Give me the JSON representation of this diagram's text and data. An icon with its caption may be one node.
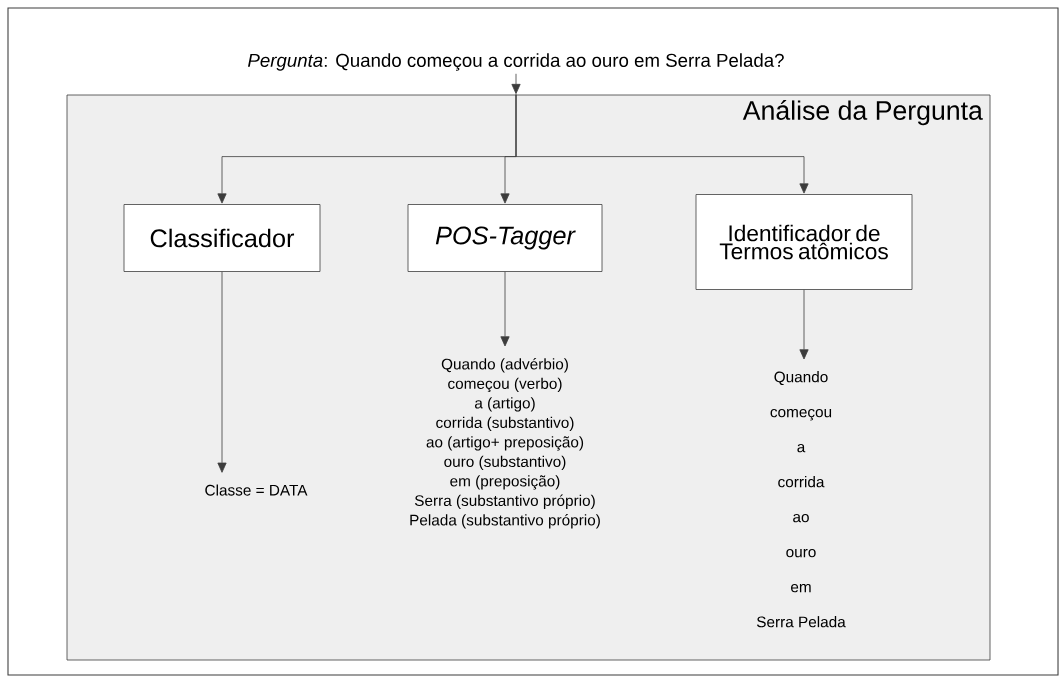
{
  "diagram": {
    "nodes": [
      {
        "text": [
          "*Pergunta*: Quando começou a corrida ao ouro em Serra Pelada?"
        ]
      },
      {
        "text": [
          "Análise da Pergunta"
        ]
      },
      {
        "text": [
          "Classificador"
        ],
        "in": 1
      },
      {
        "text": [
          "POS-Tagger"
        ],
        "in": 1
      },
      {
        "text": [
          "Identificador de Termos atômicos"
        ],
        "in": 1
      },
      {
        "text": [
          "Classe = DATA"
        ],
        "in": 1
      },
      {
        "text": [
          "Quando (advérbio)",
          "começou (verbo)",
          "a (artigo)",
          "corrida (substantivo)",
          "ao (artigo+ preposição)",
          "ouro (substantivo)",
          "em (preposição)",
          "Serra (substantivo próprio)",
          "Pelada (substantivo próprio)"
        ],
        "in": 1
      },
      {
        "text": [
          "Quando",
          "começou",
          "a",
          "corrida",
          "ao",
          "ouro",
          "em",
          "Serra Pelada"
        ],
        "in": 1
      }
    ],
    "edges": [
      {
        "from": 0,
        "to": 1,
        "arrow": "to"
      },
      {
        "from": 1,
        "to": 2,
        "arrow": "to"
      },
      {
        "from": 1,
        "to": 3,
        "arrow": "to"
      },
      {
        "from": 1,
        "to": 4,
        "arrow": "to"
      },
      {
        "from": 2,
        "to": 5,
        "arrow": "to"
      },
      {
        "from": 3,
        "to": 6,
        "arrow": "to"
      },
      {
        "from": 4,
        "to": 7,
        "arrow": "to"
      }
    ]
  }
}
